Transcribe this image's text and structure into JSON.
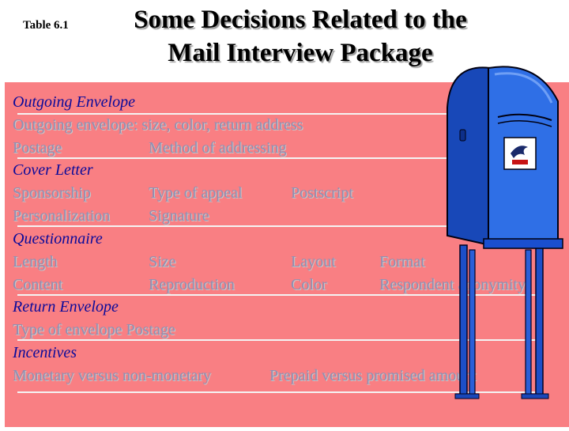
{
  "table_label": "Table 6.1",
  "title": [
    "Some Decisions Related to the",
    "Mail Interview Package"
  ],
  "sections": {
    "outgoing": {
      "heading": "Outgoing Envelope",
      "row1": "Outgoing envelope: size, color, return address",
      "row2": [
        "Postage",
        "Method of addressing"
      ]
    },
    "cover": {
      "heading": "Cover Letter",
      "row1": [
        "Sponsorship",
        "Type of appeal",
        "Postscript"
      ],
      "row2": [
        "Personalization",
        "Signature"
      ]
    },
    "questionnaire": {
      "heading": "Questionnaire",
      "row1": [
        "Length",
        "Size",
        "Layout",
        "Format"
      ],
      "row2": [
        "Content",
        "Reproduction",
        "Color",
        "Respondent anonymity"
      ]
    },
    "return": {
      "heading": "Return Envelope",
      "row1": "Type of envelope Postage"
    },
    "incentives": {
      "heading": "Incentives",
      "row1": [
        "Monetary versus non-monetary",
        "Prepaid versus promised amount"
      ]
    }
  },
  "colors": {
    "panel": "#f97f83",
    "heading": "#0a0a9a",
    "item_text": "#8f8fb3",
    "mailbox_blue": "#1f5fe0"
  },
  "icons": [
    "mailbox-icon",
    "eagle-emblem-icon"
  ]
}
